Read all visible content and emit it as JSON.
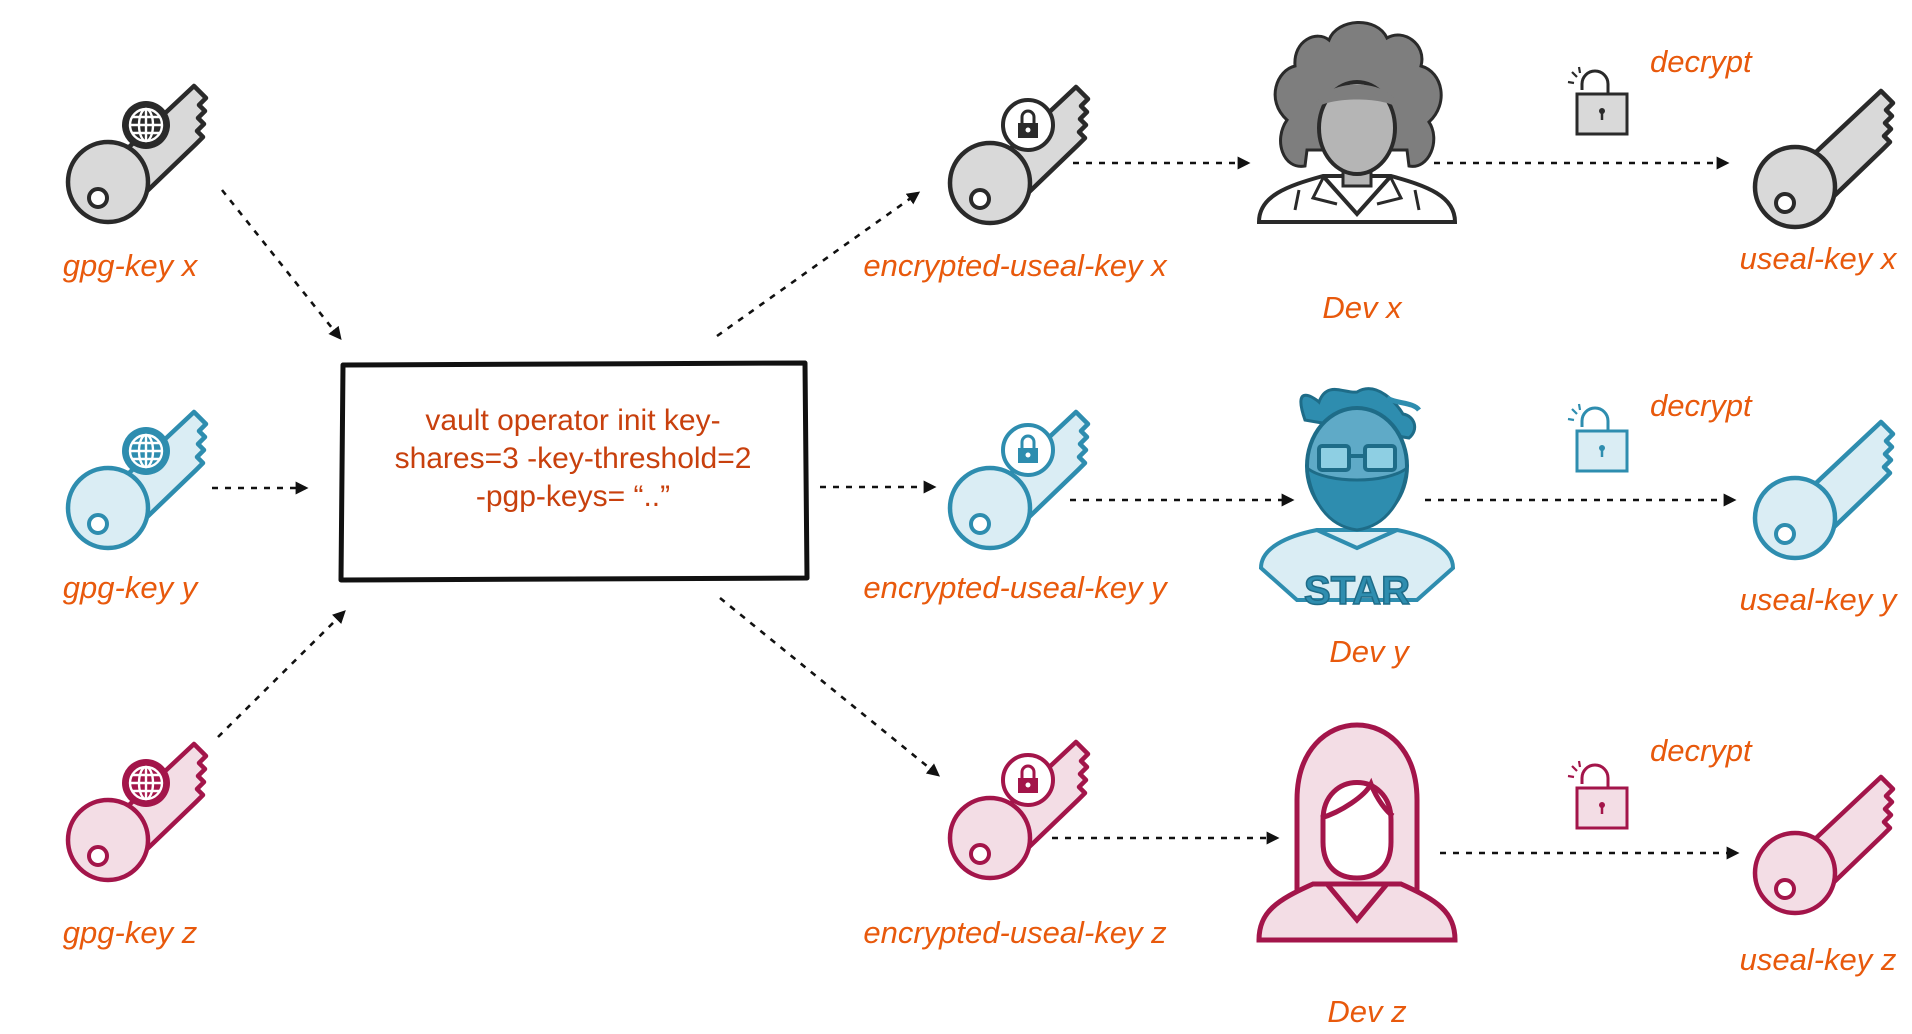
{
  "colors": {
    "label_orange": "#E8590C",
    "command_text": "#C8400D",
    "gray_stroke": "#2A2A2A",
    "gray_fill": "#D9D9D9",
    "teal_stroke": "#2E8DAF",
    "teal_fill": "#DAEDF4",
    "maroon_stroke": "#A3154A",
    "maroon_fill": "#F3DDE5",
    "arrow": "#111111"
  },
  "command": {
    "line1": "vault operator init key-",
    "line2": "shares=3 -key-threshold=2",
    "line3": "-pgp-keys= “..”"
  },
  "rows": [
    {
      "id": "x",
      "theme": "gray",
      "gpg_key_label": "gpg-key x",
      "gpg_icon": "globe-key-icon",
      "encrypted_key_label": "encrypted-useal-key x",
      "encrypted_icon": "locked-key-icon",
      "dev_label": "Dev x",
      "avatar": "curly-hair-person-icon",
      "decrypt_label": "decrypt",
      "unlock_icon": "unlocked-padlock-icon",
      "useal_key_label": "useal-key x",
      "key_icon": "key-icon"
    },
    {
      "id": "y",
      "theme": "teal",
      "gpg_key_label": "gpg-key y",
      "gpg_icon": "globe-key-icon",
      "encrypted_key_label": "encrypted-useal-key y",
      "encrypted_icon": "locked-key-icon",
      "dev_label": "Dev y",
      "avatar": "bearded-glasses-person-icon",
      "avatar_shirt_text": "STAR",
      "decrypt_label": "decrypt",
      "unlock_icon": "unlocked-padlock-icon",
      "useal_key_label": "useal-key y",
      "key_icon": "key-icon"
    },
    {
      "id": "z",
      "theme": "maroon",
      "gpg_key_label": "gpg-key z",
      "gpg_icon": "globe-key-icon",
      "encrypted_key_label": "encrypted-useal-key z",
      "encrypted_icon": "locked-key-icon",
      "dev_label": "Dev z",
      "avatar": "long-hair-person-icon",
      "decrypt_label": "decrypt",
      "unlock_icon": "unlocked-padlock-icon",
      "useal_key_label": "useal-key z",
      "key_icon": "key-icon"
    }
  ]
}
